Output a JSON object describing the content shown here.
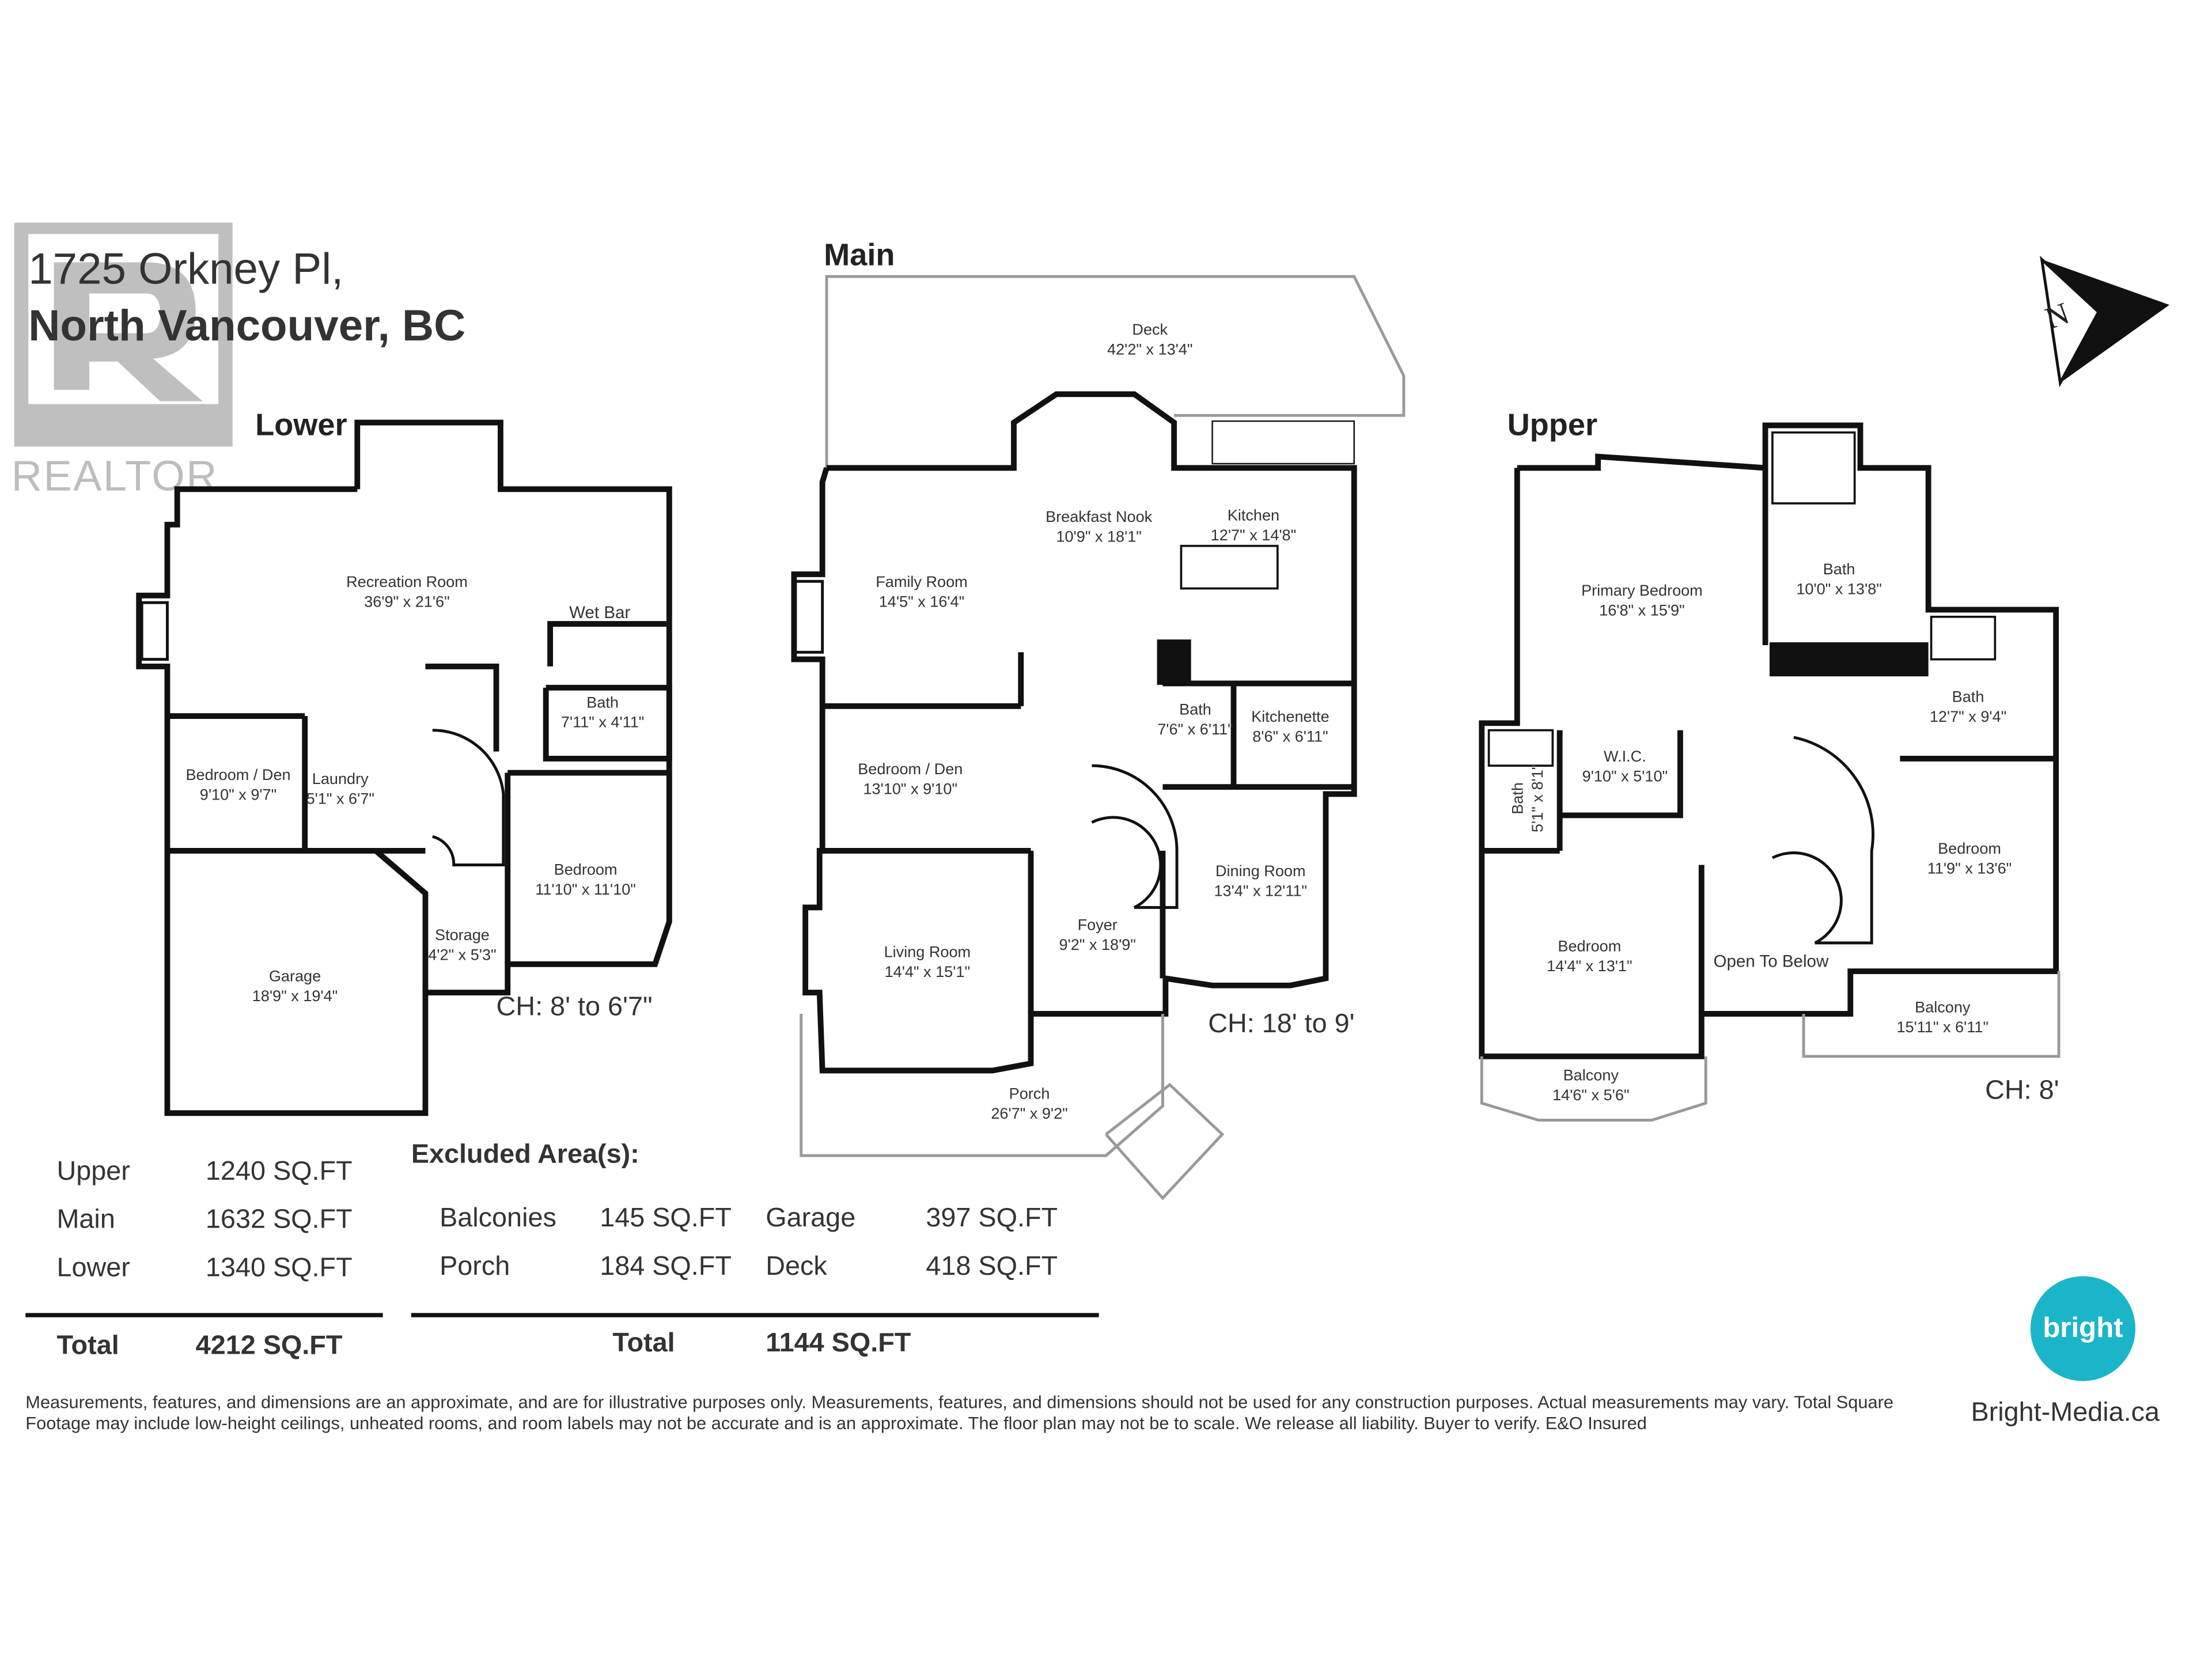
{
  "header": {
    "address_line1": "1725 Orkney Pl,",
    "address_line2": "North Vancouver, BC"
  },
  "watermark": {
    "text": "REALTOR"
  },
  "compass": {
    "label": "N",
    "icon": "north-arrow-icon"
  },
  "levels": {
    "lower": {
      "label": "Lower",
      "ceiling": "CH: 8' to 6'7\"",
      "rooms": [
        {
          "name": "Recreation Room",
          "dim": "36'9\" x 21'6\""
        },
        {
          "name": "Wet Bar",
          "dim": ""
        },
        {
          "name": "Bath",
          "dim": "7'11\" x 4'11\""
        },
        {
          "name": "Bedroom / Den",
          "dim": "9'10\" x 9'7\""
        },
        {
          "name": "Laundry",
          "dim": "5'1\" x 6'7\""
        },
        {
          "name": "Bedroom",
          "dim": "11'10\" x 11'10\""
        },
        {
          "name": "Storage",
          "dim": "4'2\" x 5'3\""
        },
        {
          "name": "Garage",
          "dim": "18'9\" x 19'4\""
        }
      ]
    },
    "main": {
      "label": "Main",
      "ceiling": "CH: 18' to 9'",
      "rooms": [
        {
          "name": "Deck",
          "dim": "42'2\" x 13'4\""
        },
        {
          "name": "Breakfast Nook",
          "dim": "10'9\" x 18'1\""
        },
        {
          "name": "Kitchen",
          "dim": "12'7\" x 14'8\""
        },
        {
          "name": "Family Room",
          "dim": "14'5\" x 16'4\""
        },
        {
          "name": "Bath",
          "dim": "7'6\" x 6'11\""
        },
        {
          "name": "Kitchenette",
          "dim": "8'6\" x 6'11\""
        },
        {
          "name": "Bedroom / Den",
          "dim": "13'10\" x 9'10\""
        },
        {
          "name": "Dining Room",
          "dim": "13'4\" x 12'11\""
        },
        {
          "name": "Foyer",
          "dim": "9'2\" x 18'9\""
        },
        {
          "name": "Living Room",
          "dim": "14'4\" x 15'1\""
        },
        {
          "name": "Porch",
          "dim": "26'7\" x 9'2\""
        }
      ]
    },
    "upper": {
      "label": "Upper",
      "ceiling": "CH: 8'",
      "rooms": [
        {
          "name": "Primary Bedroom",
          "dim": "16'8\" x 15'9\""
        },
        {
          "name": "Bath",
          "dim": "10'0\" x 13'8\""
        },
        {
          "name": "Bath",
          "dim": "12'7\" x 9'4\""
        },
        {
          "name": "W.I.C.",
          "dim": "9'10\" x 5'10\""
        },
        {
          "name": "Bath",
          "dim": "5'1\" x 8'1\""
        },
        {
          "name": "Bedroom",
          "dim": "11'9\" x 13'6\""
        },
        {
          "name": "Bedroom",
          "dim": "14'4\" x 13'1\""
        },
        {
          "name": "Open To Below",
          "dim": ""
        },
        {
          "name": "Balcony",
          "dim": "15'11\" x 6'11\""
        },
        {
          "name": "Balcony",
          "dim": "14'6\" x 5'6\""
        }
      ]
    }
  },
  "areas": {
    "included": [
      {
        "label": "Upper",
        "value": "1240 SQ.FT"
      },
      {
        "label": "Main",
        "value": "1632 SQ.FT"
      },
      {
        "label": "Lower",
        "value": "1340 SQ.FT"
      }
    ],
    "included_total": {
      "label": "Total",
      "value": "4212 SQ.FT"
    },
    "excluded_title": "Excluded Area(s):",
    "excluded": [
      {
        "label": "Balconies",
        "value": "145 SQ.FT"
      },
      {
        "label": "Garage",
        "value": "397 SQ.FT"
      },
      {
        "label": "Porch",
        "value": "184 SQ.FT"
      },
      {
        "label": "Deck",
        "value": "418 SQ.FT"
      }
    ],
    "excluded_total": {
      "label": "Total",
      "value": "1144 SQ.FT"
    }
  },
  "disclaimer": "Measurements, features, and dimensions are an approximate, and are for illustrative purposes only. Measurements, features, and dimensions should not be used for any construction purposes. Actual measurements may vary. Total Square Footage may include low-height ceilings, unheated rooms, and room labels may not be accurate and is an approximate. The floor plan may not be to scale. We release all liability. Buyer to verify. E&O Insured",
  "brand": {
    "logo_text": "bright",
    "website": "Bright-Media.ca",
    "color": "#1bb5c9"
  }
}
